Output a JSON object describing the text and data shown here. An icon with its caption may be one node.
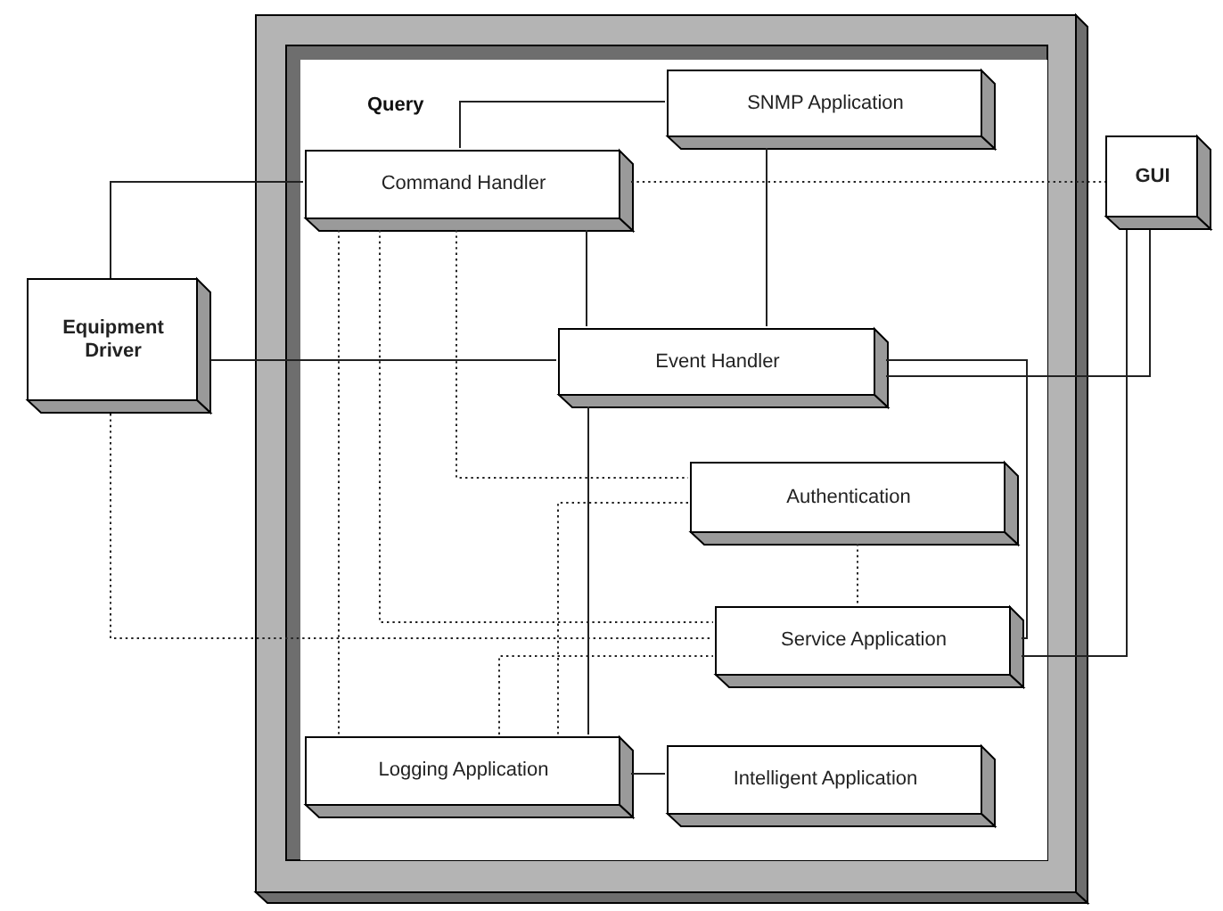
{
  "diagram": {
    "nodes": [
      {
        "text": [],
        "shape": "box"
      },
      {
        "text": [
          "Command Handler"
        ],
        "in": 0
      },
      {
        "text": [
          "SNMP Application"
        ],
        "in": 0
      },
      {
        "text": [
          "Equipment Driver"
        ]
      },
      {
        "text": [
          "GUI"
        ]
      },
      {
        "text": [
          "Event Handler"
        ],
        "in": 0
      },
      {
        "text": [
          "Authentication"
        ],
        "in": 0
      },
      {
        "text": [
          "Service Application"
        ],
        "in": 0
      },
      {
        "text": [
          "Logging Application"
        ],
        "in": 0
      },
      {
        "text": [
          "Intelligent Application"
        ],
        "in": 0
      }
    ],
    "edges": [
      {
        "from": 1,
        "to": 2,
        "arrow": "none"
      },
      {
        "from": 3,
        "to": 1,
        "arrow": "none"
      },
      {
        "from": 3,
        "to": 5,
        "arrow": "none"
      },
      {
        "from": 1,
        "to": 4,
        "arrow": "none",
        "style": "dashed"
      },
      {
        "from": 2,
        "to": 5,
        "arrow": "none"
      },
      {
        "from": 1,
        "to": 5,
        "arrow": "none"
      },
      {
        "from": 5,
        "to": 7,
        "arrow": "none"
      },
      {
        "from": 4,
        "to": 5,
        "arrow": "none"
      },
      {
        "from": 4,
        "to": 7,
        "arrow": "none"
      },
      {
        "from": 5,
        "to": 8,
        "arrow": "none"
      },
      {
        "from": 1,
        "to": 8,
        "arrow": "none",
        "style": "dashed"
      },
      {
        "from": 1,
        "to": 7,
        "arrow": "none",
        "style": "dashed"
      },
      {
        "from": 1,
        "to": 6,
        "arrow": "none",
        "style": "dashed"
      },
      {
        "from": 6,
        "to": 8,
        "arrow": "none",
        "style": "dashed"
      },
      {
        "from": 3,
        "to": 7,
        "arrow": "none",
        "style": "dashed"
      },
      {
        "from": 8,
        "to": 7,
        "arrow": "none",
        "style": "dashed"
      },
      {
        "from": 6,
        "to": 7,
        "arrow": "none",
        "style": "dashed"
      },
      {
        "from": 8,
        "to": 9,
        "arrow": "none"
      }
    ],
    "labels": [
      "Query"
    ]
  }
}
